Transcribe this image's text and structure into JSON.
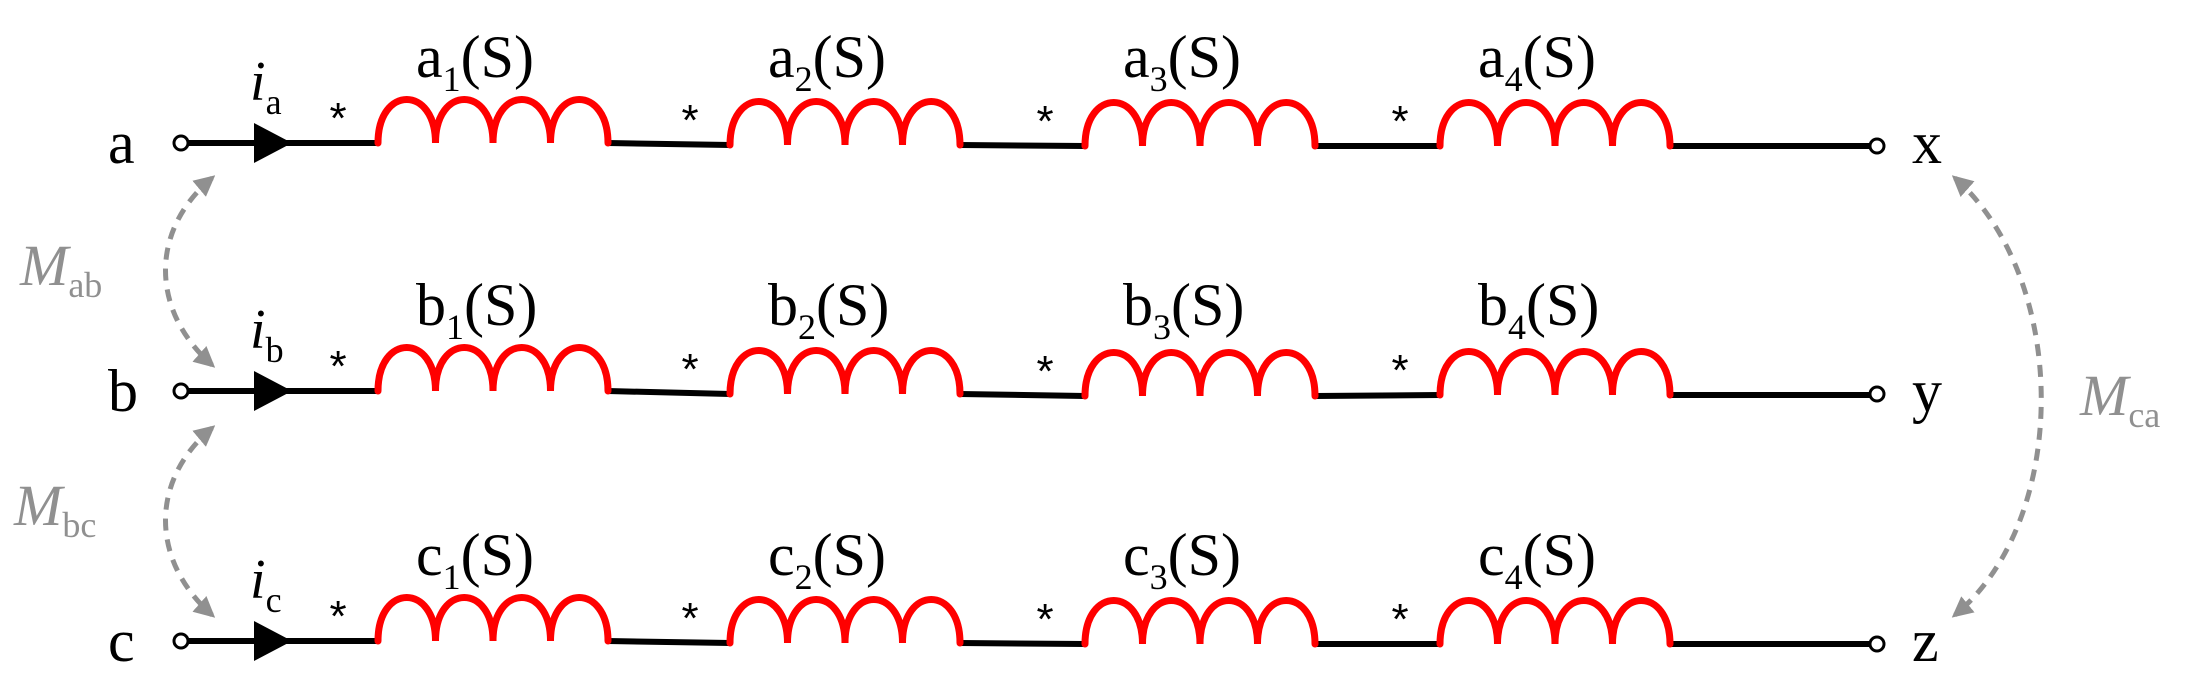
{
  "colors": {
    "wire": "#000000",
    "coil": "#ff0000",
    "mutual": "#909090"
  },
  "phases": [
    {
      "terminal_in": "a",
      "terminal_out": "x",
      "current": {
        "symbol": "i",
        "sub": "a"
      },
      "coils": [
        {
          "name": "a",
          "sub": "1",
          "suffix": "(S)"
        },
        {
          "name": "a",
          "sub": "2",
          "suffix": "(S)"
        },
        {
          "name": "a",
          "sub": "3",
          "suffix": "(S)"
        },
        {
          "name": "a",
          "sub": "4",
          "suffix": "(S)"
        }
      ]
    },
    {
      "terminal_in": "b",
      "terminal_out": "y",
      "current": {
        "symbol": "i",
        "sub": "b"
      },
      "coils": [
        {
          "name": "b",
          "sub": "1",
          "suffix": "(S)"
        },
        {
          "name": "b",
          "sub": "2",
          "suffix": "(S)"
        },
        {
          "name": "b",
          "sub": "3",
          "suffix": "(S)"
        },
        {
          "name": "b",
          "sub": "4",
          "suffix": "(S)"
        }
      ]
    },
    {
      "terminal_in": "c",
      "terminal_out": "z",
      "current": {
        "symbol": "i",
        "sub": "c"
      },
      "coils": [
        {
          "name": "c",
          "sub": "1",
          "suffix": "(S)"
        },
        {
          "name": "c",
          "sub": "2",
          "suffix": "(S)"
        },
        {
          "name": "c",
          "sub": "3",
          "suffix": "(S)"
        },
        {
          "name": "c",
          "sub": "4",
          "suffix": "(S)"
        }
      ]
    }
  ],
  "polarity_mark": "*",
  "mutuals": [
    {
      "symbol": "M",
      "sub": "ab"
    },
    {
      "symbol": "M",
      "sub": "bc"
    },
    {
      "symbol": "M",
      "sub": "ca"
    }
  ]
}
